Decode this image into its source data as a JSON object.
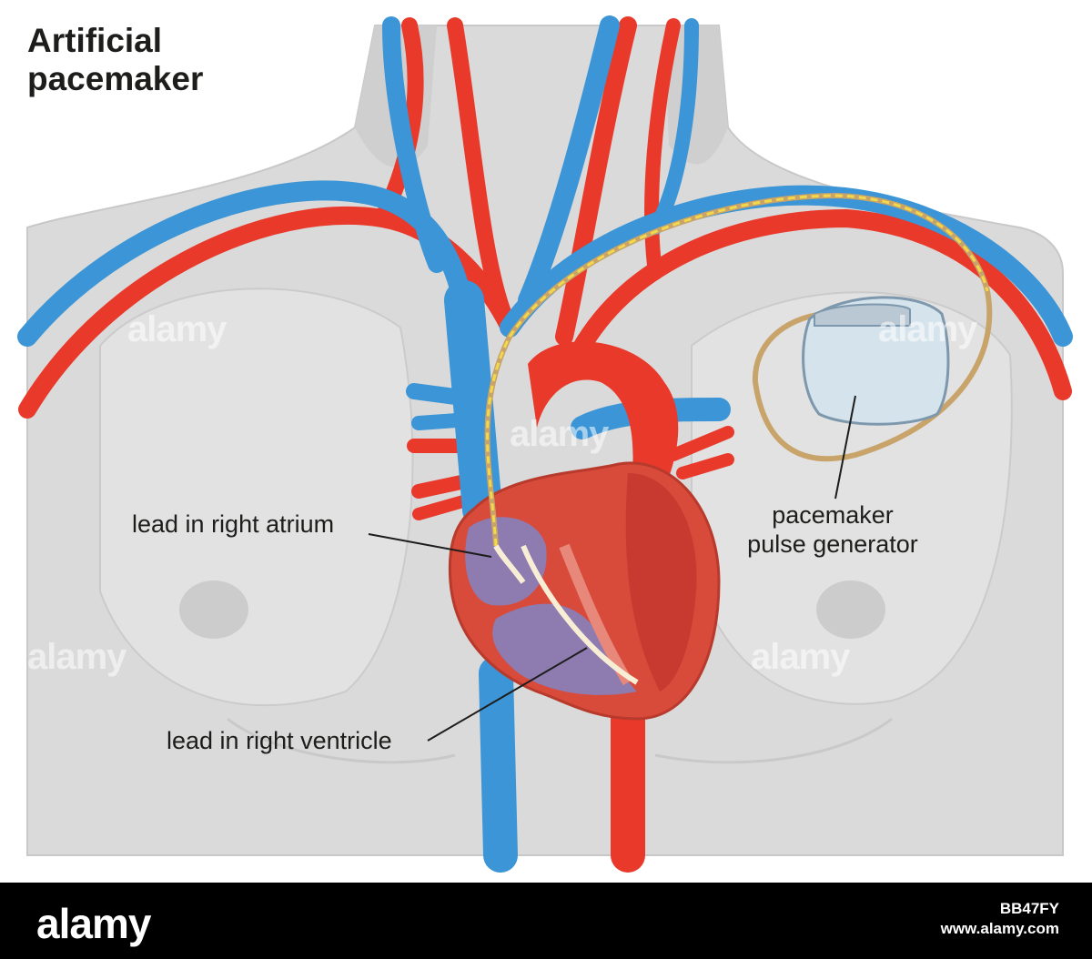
{
  "title": {
    "line1": "Artificial",
    "line2": "pacemaker"
  },
  "labels": {
    "lead_right_atrium": "lead in right atrium",
    "lead_right_ventricle": "lead in right ventricle",
    "pulse_generator_line1": "pacemaker",
    "pulse_generator_line2": "pulse generator"
  },
  "watermark": {
    "text": "alamy"
  },
  "footer": {
    "logo": "alamy",
    "image_id": "BB47FY",
    "website": "www.alamy.com"
  },
  "colors": {
    "vein": "#3b95d6",
    "artery": "#e8392a",
    "body": "#dcdcdc",
    "heart": "#d84a3a",
    "chamber": "#8e7bb0",
    "lead": "#f2d84a"
  }
}
